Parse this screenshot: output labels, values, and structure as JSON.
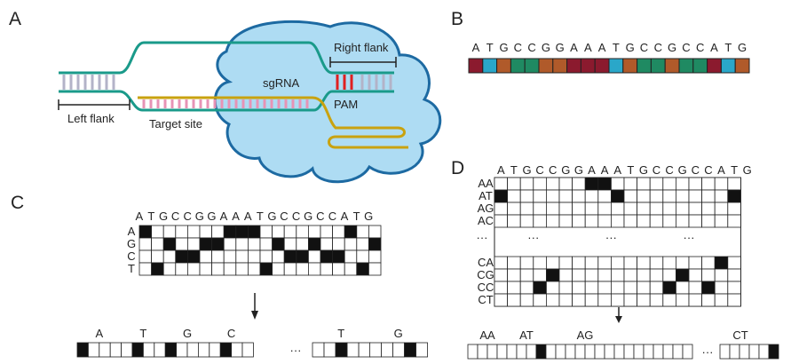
{
  "panels": {
    "a": "A",
    "b": "B",
    "c": "C",
    "d": "D"
  },
  "panel_a": {
    "right_flank": "Right flank",
    "left_flank": "Left flank",
    "sgrna": "sgRNA",
    "pam": "PAM",
    "target_site": "Target site"
  },
  "sequence": [
    "A",
    "T",
    "G",
    "C",
    "C",
    "G",
    "G",
    "A",
    "A",
    "A",
    "T",
    "G",
    "C",
    "C",
    "G",
    "C",
    "C",
    "A",
    "T",
    "G"
  ],
  "nucleotide_colors": {
    "A": "#8b1a2e",
    "T": "#2aa7c9",
    "G": "#b05a2a",
    "C": "#1f8a62"
  },
  "panel_c": {
    "rows": [
      "A",
      "G",
      "C",
      "T"
    ],
    "encoded_labels": [
      "A",
      "T",
      "G",
      "C",
      "T",
      "G"
    ],
    "ellipsis": "···",
    "encoded_filled": [
      [
        1,
        0,
        0,
        0,
        0,
        0,
        0,
        0,
        0,
        0,
        0,
        0,
        0,
        0,
        0,
        0
      ],
      [
        0,
        0,
        0,
        0,
        0,
        1,
        0,
        0,
        0,
        0,
        0,
        0,
        0,
        0,
        0,
        0
      ],
      [
        0,
        0,
        0,
        0,
        0,
        0,
        0,
        0,
        1,
        0,
        0,
        0,
        0,
        0,
        0,
        0
      ],
      [
        0,
        0,
        0,
        0,
        0,
        0,
        0,
        0,
        0,
        0,
        0,
        0,
        0,
        1,
        0,
        0
      ],
      [
        0,
        0,
        0,
        0,
        0,
        1,
        0,
        0
      ],
      [
        0,
        0,
        0,
        0,
        0,
        0,
        1,
        0
      ]
    ]
  },
  "panel_d": {
    "rows_top": [
      "AA",
      "AT",
      "AG",
      "AC"
    ],
    "rows_bottom": [
      "CA",
      "CG",
      "CC",
      "CT"
    ],
    "row_ellipsis": "···",
    "col_ellipsis": [
      "···",
      "···",
      "···"
    ],
    "filled_top": [
      [
        0,
        0,
        0,
        0,
        0,
        0,
        0,
        1,
        1,
        0,
        0,
        0,
        0,
        0,
        0,
        0,
        0,
        0,
        0
      ],
      [
        1,
        0,
        0,
        0,
        0,
        0,
        0,
        0,
        0,
        1,
        0,
        0,
        0,
        0,
        0,
        0,
        0,
        0,
        1
      ],
      [
        0,
        0,
        0,
        0,
        0,
        0,
        0,
        0,
        0,
        0,
        0,
        0,
        0,
        0,
        0,
        0,
        0,
        0,
        0
      ],
      [
        0,
        0,
        0,
        0,
        0,
        0,
        0,
        0,
        0,
        0,
        0,
        0,
        0,
        0,
        0,
        0,
        0,
        0,
        0
      ]
    ],
    "filled_bottom": [
      [
        0,
        0,
        0,
        0,
        0,
        0,
        0,
        0,
        0,
        0,
        0,
        0,
        0,
        0,
        0,
        0,
        0,
        1,
        0
      ],
      [
        0,
        0,
        0,
        0,
        1,
        0,
        0,
        0,
        0,
        0,
        0,
        0,
        0,
        0,
        1,
        0,
        0,
        0,
        0
      ],
      [
        0,
        0,
        0,
        1,
        0,
        0,
        0,
        0,
        0,
        0,
        0,
        0,
        0,
        1,
        0,
        0,
        1,
        0,
        0
      ],
      [
        0,
        0,
        0,
        0,
        0,
        0,
        0,
        0,
        0,
        0,
        0,
        0,
        0,
        0,
        0,
        0,
        0,
        0,
        0
      ]
    ],
    "encoded_labels": [
      "AA",
      "AT",
      "AG",
      "CT"
    ],
    "ellipsis": "···",
    "encoded_filled": [
      [
        0,
        0,
        0,
        0,
        0,
        0,
        0,
        0,
        0,
        0,
        0,
        0,
        0,
        0,
        0,
        0
      ],
      [
        0,
        0,
        0,
        0,
        0,
        0,
        0,
        1,
        0,
        0,
        0,
        0,
        0,
        0,
        0,
        0
      ],
      [
        0,
        0,
        0,
        0,
        0,
        0,
        0,
        0,
        0,
        0,
        0,
        0,
        0,
        0,
        0,
        0
      ],
      [
        0,
        0,
        0,
        0,
        0,
        0,
        0,
        0,
        0,
        0,
        0,
        0,
        0,
        0,
        0,
        1
      ]
    ]
  }
}
